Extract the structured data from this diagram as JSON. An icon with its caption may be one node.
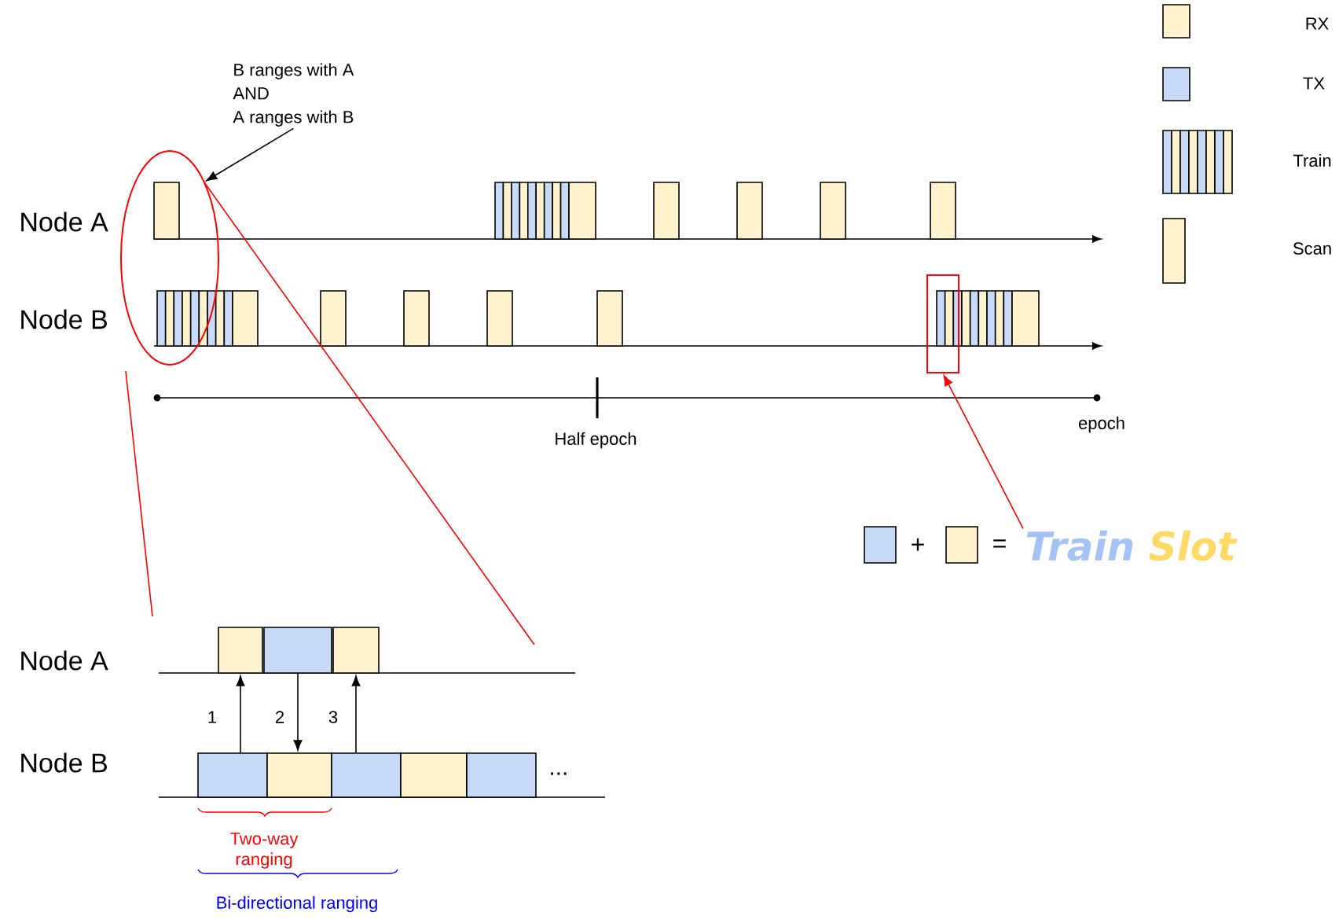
{
  "diagram": {
    "nodes": [
      {
        "text": [
          "B ranges with A",
          "AND",
          "A ranges with B"
        ]
      },
      {
        "text": [],
        "shape": "ellipse"
      },
      {
        "text": [],
        "shape": "box"
      },
      {
        "text": [
          "Train",
          "Slot"
        ]
      },
      {
        "text": [],
        "shape": "box"
      },
      {
        "text": [],
        "shape": "box"
      },
      {
        "text": [],
        "shape": "box"
      },
      {
        "text": [],
        "shape": "box"
      },
      {
        "text": [],
        "shape": "box"
      },
      {
        "text": [],
        "shape": "box"
      },
      {
        "text": [],
        "shape": "box"
      },
      {
        "text": [],
        "shape": "box"
      }
    ],
    "edges": [
      {
        "from": 0,
        "to": 1,
        "arrow": "to"
      },
      {
        "from": 3,
        "to": 2,
        "arrow": "to",
        "color": "#ff0000"
      },
      {
        "from": 7,
        "to": 4,
        "arrow": "to",
        "label": "1"
      },
      {
        "from": 5,
        "to": 8,
        "arrow": "to",
        "label": "2"
      },
      {
        "from": 9,
        "to": 6,
        "arrow": "to",
        "label": "3"
      }
    ],
    "labels": [
      "Node A",
      "Node B",
      "Half epoch",
      "epoch",
      "+",
      "=",
      "Node A",
      "Node B",
      "...",
      "Two-way ranging",
      "Bi-directional ranging"
    ],
    "legend": [
      {
        "text": "RX",
        "color": "#fff2cc"
      },
      {
        "text": "TX",
        "color": "#c9daf8"
      },
      {
        "text": "Train"
      },
      {
        "text": "Scan"
      }
    ]
  }
}
